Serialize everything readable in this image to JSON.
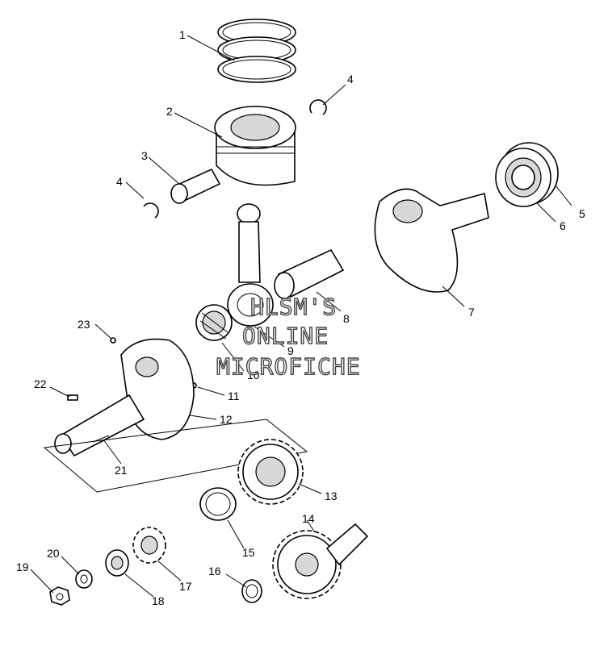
{
  "watermark": {
    "line1": "HLSM'S",
    "line2": "ONLINE",
    "line3": "MICROFICHE"
  },
  "callouts": [
    {
      "id": "c1",
      "label": "1"
    },
    {
      "id": "c2",
      "label": "2"
    },
    {
      "id": "c3",
      "label": "3"
    },
    {
      "id": "c4a",
      "label": "4"
    },
    {
      "id": "c4b",
      "label": "4"
    },
    {
      "id": "c5",
      "label": "5"
    },
    {
      "id": "c6",
      "label": "6"
    },
    {
      "id": "c7",
      "label": "7"
    },
    {
      "id": "c8",
      "label": "8"
    },
    {
      "id": "c9",
      "label": "9"
    },
    {
      "id": "c10",
      "label": "10"
    },
    {
      "id": "c11",
      "label": "11"
    },
    {
      "id": "c12",
      "label": "12"
    },
    {
      "id": "c13",
      "label": "13"
    },
    {
      "id": "c14",
      "label": "14"
    },
    {
      "id": "c15",
      "label": "15"
    },
    {
      "id": "c16",
      "label": "16"
    },
    {
      "id": "c17",
      "label": "17"
    },
    {
      "id": "c18",
      "label": "18"
    },
    {
      "id": "c19",
      "label": "19"
    },
    {
      "id": "c20",
      "label": "20"
    },
    {
      "id": "c21",
      "label": "21"
    },
    {
      "id": "c22",
      "label": "22"
    },
    {
      "id": "c23",
      "label": "23"
    }
  ]
}
